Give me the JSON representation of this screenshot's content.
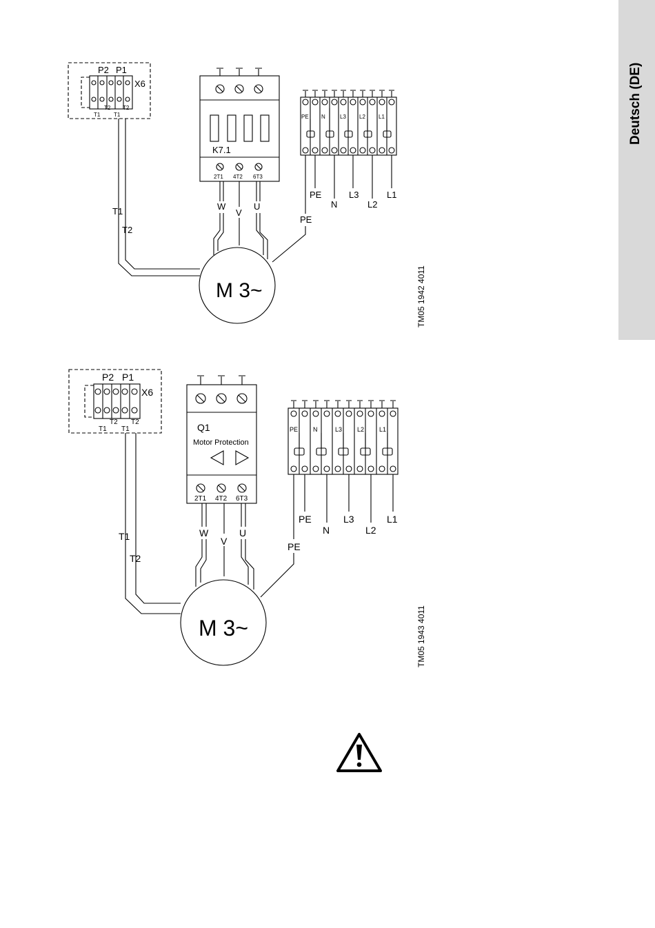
{
  "sidebar": {
    "language_label": "Deutsch (DE)"
  },
  "figure1": {
    "code": "TM05 1942 4011",
    "sensor_block": {
      "p2": "P2",
      "p1": "P1",
      "x6": "X6",
      "t2": "T2",
      "t1": "T1"
    },
    "device_label": "K7.1",
    "device_terminals": [
      "2T1",
      "4T2",
      "6T3"
    ],
    "phases": [
      "W",
      "V",
      "U"
    ],
    "terminal_slots": [
      "PE",
      "N",
      "L3",
      "L2",
      "L1"
    ],
    "supply_labels": [
      "PE",
      "N",
      "L3",
      "L2",
      "L1"
    ],
    "pe_label": "PE",
    "cable_labels": [
      "T1",
      "T2"
    ],
    "motor_label": "M 3~"
  },
  "figure2": {
    "code": "TM05 1943 4011",
    "sensor_block": {
      "p2": "P2",
      "p1": "P1",
      "x6": "X6",
      "t2": "T2",
      "t1": "T1"
    },
    "device_label": "Q1",
    "device_sublabel": "Motor Protection",
    "device_terminals": [
      "2T1",
      "4T2",
      "6T3"
    ],
    "phases": [
      "W",
      "V",
      "U"
    ],
    "terminal_slots": [
      "PE",
      "N",
      "L3",
      "L2",
      "L1"
    ],
    "supply_labels": [
      "PE",
      "N",
      "L3",
      "L2",
      "L1"
    ],
    "pe_label": "PE",
    "cable_labels": [
      "T1",
      "T2"
    ],
    "motor_label": "M 3~"
  },
  "warning": {
    "icon": "warning-triangle-icon"
  }
}
